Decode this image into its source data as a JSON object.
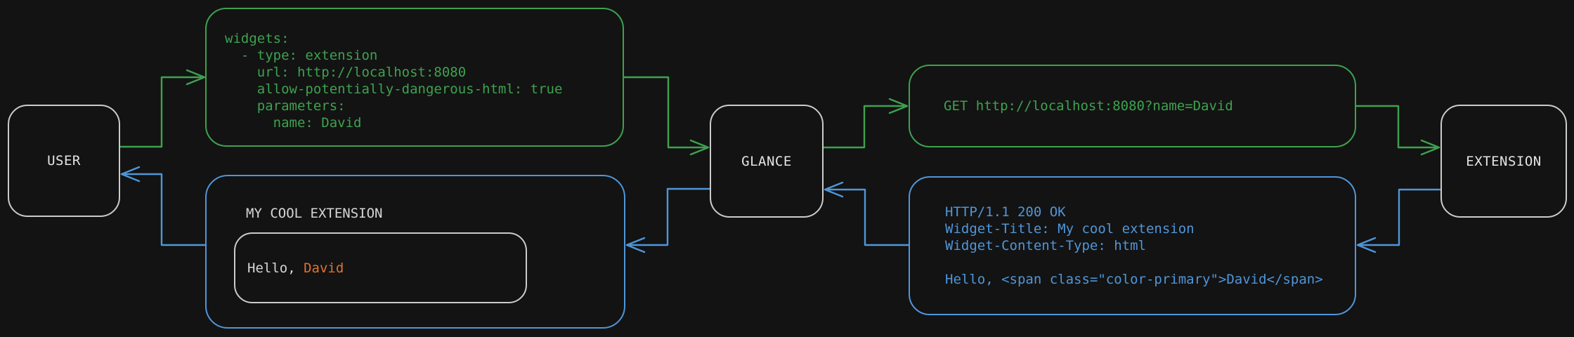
{
  "diagram": {
    "nodes": {
      "user": {
        "label": "USER"
      },
      "glance": {
        "label": "GLANCE"
      },
      "extension": {
        "label": "EXTENSION"
      }
    },
    "config_box": {
      "lines": [
        "widgets:",
        "  - type: extension",
        "    url: http://localhost:8080",
        "    allow-potentially-dangerous-html: true",
        "    parameters:",
        "      name: David"
      ]
    },
    "request_box": {
      "text": "GET http://localhost:8080?name=David"
    },
    "response_box": {
      "lines": [
        "HTTP/1.1 200 OK",
        "Widget-Title: My cool extension",
        "Widget-Content-Type: html",
        "",
        "Hello, <span class=\"color-primary\">David</span>"
      ]
    },
    "rendered_widget": {
      "title": "MY COOL EXTENSION",
      "greeting_prefix": "Hello, ",
      "greeting_name": "David"
    },
    "colors": {
      "background": "#131313",
      "request_path": "#3da24f",
      "response_path": "#4f96da",
      "accent_name": "#e0722f",
      "node_border": "#cbcbcb"
    }
  }
}
